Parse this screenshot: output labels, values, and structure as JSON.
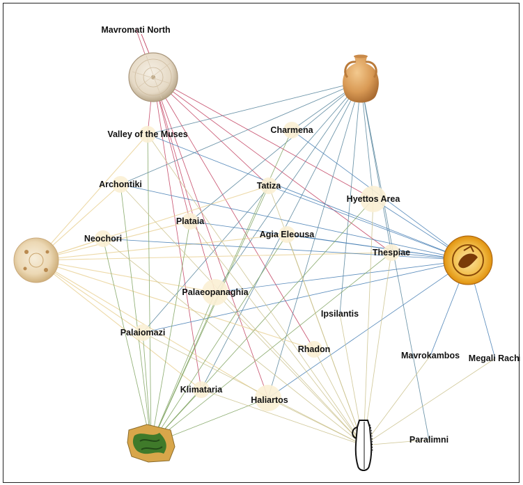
{
  "sites": [
    {
      "id": "mavromati_north",
      "label": "Mavromati North"
    },
    {
      "id": "valley_muses",
      "label": "Valley of the Muses"
    },
    {
      "id": "charmena",
      "label": "Charmena"
    },
    {
      "id": "archontiki",
      "label": "Archontiki"
    },
    {
      "id": "tatiza",
      "label": "Tatiza"
    },
    {
      "id": "hyettos",
      "label": "Hyettos Area"
    },
    {
      "id": "plataia",
      "label": "Plataia"
    },
    {
      "id": "neochori",
      "label": "Neochori"
    },
    {
      "id": "agia_eleousa",
      "label": "Agia Eleousa"
    },
    {
      "id": "thespiae",
      "label": "Thespiae"
    },
    {
      "id": "palaeopanaghia",
      "label": "Palaeopanaghia"
    },
    {
      "id": "ipsilantis",
      "label": "Ipsilantis"
    },
    {
      "id": "palaiomazi",
      "label": "Palaiomazi"
    },
    {
      "id": "rhadon",
      "label": "Rhadon"
    },
    {
      "id": "mavrokambos",
      "label": "Mavrokambos"
    },
    {
      "id": "megali_rachi",
      "label": "Megali Rachi"
    },
    {
      "id": "klimataria",
      "label": "Klimataria"
    },
    {
      "id": "haliartos",
      "label": "Haliartos"
    },
    {
      "id": "paralimni",
      "label": "Paralimni"
    }
  ],
  "artifacts": [
    {
      "id": "A1",
      "icon": "decorated-plate-icon",
      "color": "#c0395a"
    },
    {
      "id": "A2",
      "icon": "amphora-icon",
      "color": "#4f7f98"
    },
    {
      "id": "A3",
      "icon": "glazed-bowl-icon",
      "color": "#ecd7a2"
    },
    {
      "id": "A4",
      "icon": "figured-plate-icon",
      "color": "#3d78b0"
    },
    {
      "id": "A5",
      "icon": "glazed-sherd-icon",
      "color": "#7aa05a"
    },
    {
      "id": "A6",
      "icon": "pottery-drawing-icon",
      "color": "#c9c088"
    }
  ],
  "links": {
    "A1": [
      "mavromati_north",
      "valley_muses",
      "plataia",
      "palaeopanaghia",
      "rhadon",
      "klimataria",
      "haliartos",
      "hyettos",
      "thespiae",
      "tatiza"
    ],
    "A2": [
      "valley_muses",
      "archontiki",
      "plataia",
      "palaiomazi",
      "klimataria",
      "haliartos",
      "hyettos",
      "thespiae",
      "paralimni",
      "ipsilantis",
      "palaeopanaghia",
      "charmena"
    ],
    "A3": [
      "valley_muses",
      "archontiki",
      "neochori",
      "plataia",
      "palaeopanaghia",
      "palaiomazi",
      "klimataria",
      "haliartos",
      "tatiza",
      "agia_eleousa",
      "thespiae",
      "rhadon"
    ],
    "A4": [
      "valley_muses",
      "archontiki",
      "neochori",
      "plataia",
      "palaeopanaghia",
      "palaiomazi",
      "haliartos",
      "hyettos",
      "thespiae",
      "mavrokambos",
      "megali_rachi",
      "charmena",
      "agia_eleousa",
      "tatiza"
    ],
    "A5": [
      "archontiki",
      "valley_muses",
      "neochori",
      "plataia",
      "palaeopanaghia",
      "palaiomazi",
      "klimataria",
      "haliartos",
      "hyettos",
      "thespiae",
      "tatiza",
      "charmena",
      "agia_eleousa"
    ],
    "A6": [
      "archontiki",
      "neochori",
      "plataia",
      "palaeopanaghia",
      "palaiomazi",
      "klimataria",
      "haliartos",
      "hyettos",
      "thespiae",
      "rhadon",
      "ipsilantis",
      "tatiza",
      "mavrokambos",
      "megali_rachi",
      "paralimni",
      "agia_eleousa",
      "valley_muses"
    ]
  }
}
